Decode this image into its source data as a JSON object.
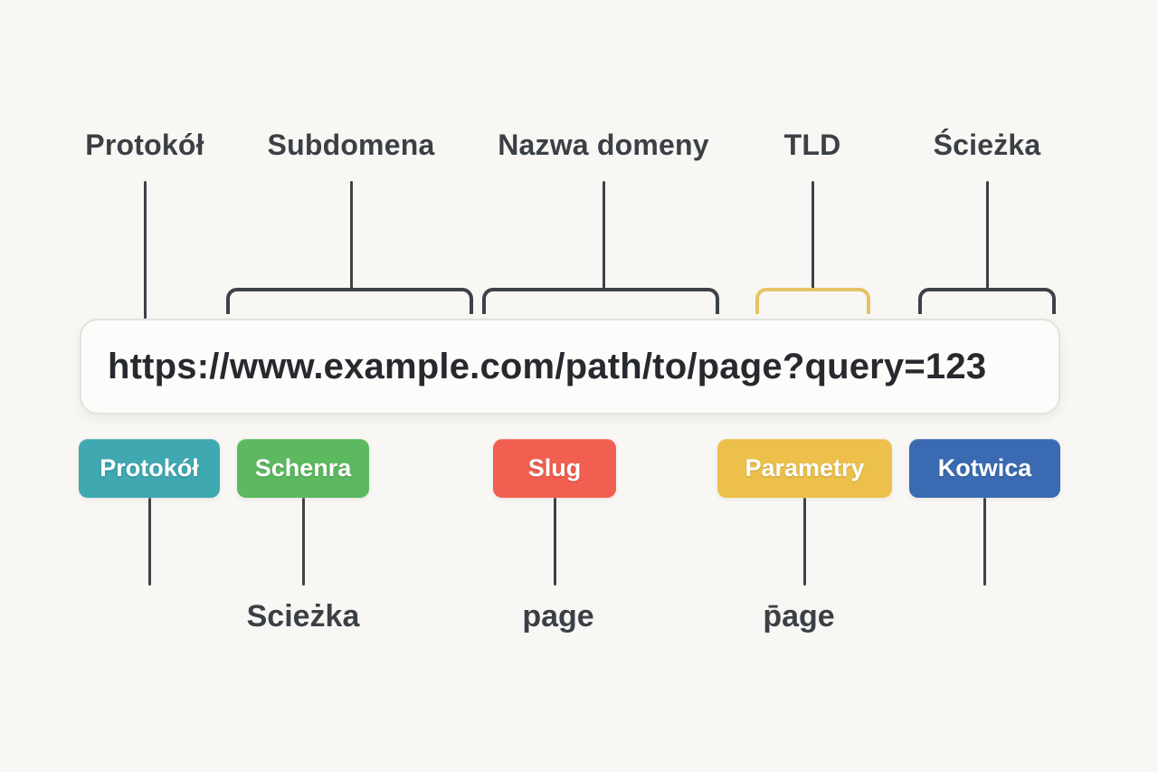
{
  "top_labels": [
    {
      "text": "Protokół"
    },
    {
      "text": "Subdomena"
    },
    {
      "text": "Nazwa domeny"
    },
    {
      "text": "TLD"
    },
    {
      "text": "Ścieżka"
    }
  ],
  "url_bar": {
    "text": "https://www.example.com/path/to/page?query=123"
  },
  "badges": [
    {
      "text": "Protokół",
      "color": "#3fa8b1"
    },
    {
      "text": "Schenra",
      "color": "#5db95f"
    },
    {
      "text": "Slug",
      "color": "#f15f51"
    },
    {
      "text": "Parametry",
      "color": "#edc04b"
    },
    {
      "text": "Kotwica",
      "color": "#3a6bb2"
    }
  ],
  "bottom_labels": [
    {
      "text": "Scieżka"
    },
    {
      "text": "page"
    },
    {
      "text": "p̄age"
    }
  ],
  "colors": {
    "background": "#f8f7f4",
    "ink": "#3d4248",
    "bracket_default": "#3d4248",
    "bracket_tld": "#e6c363",
    "url_bar_fill": "#fdfcfb",
    "url_bar_border": "#e3e2dd"
  }
}
